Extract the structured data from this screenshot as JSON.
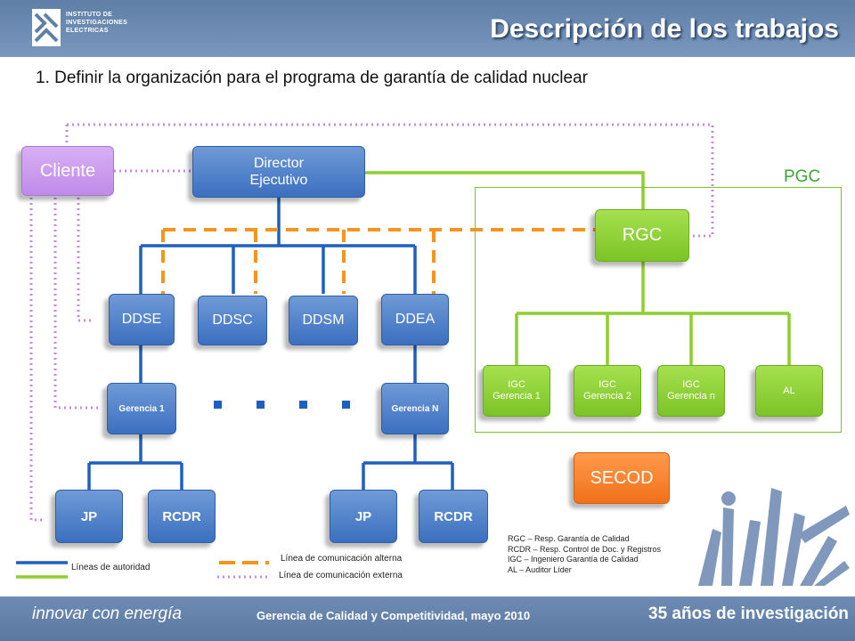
{
  "header": {
    "logo_lines": [
      "INSTITUTO DE",
      "INVESTIGACIONES",
      "ELECTRICAS"
    ],
    "title": "Descripción de los trabajos"
  },
  "subtitle": "1. Definir la organización para el programa de garantía de calidad nuclear",
  "nodes": {
    "cliente": "Cliente",
    "director_line1": "Director",
    "director_line2": "Ejecutivo",
    "ddse": "DDSE",
    "ddsc": "DDSC",
    "ddsm": "DDSM",
    "ddea": "DDEA",
    "gerencia_1": "Gerencia 1",
    "gerencia_n": "Gerencia N",
    "jp_left": "JP",
    "rcdr_left": "RCDR",
    "jp_right": "JP",
    "rcdr_right": "RCDR",
    "rgc": "RGC",
    "igc1_line1": "IGC",
    "igc1_line2": "Gerencia 1",
    "igc2_line1": "IGC",
    "igc2_line2": "Gerencia 2",
    "igcn_line1": "IGC",
    "igcn_line2": "Gerencia n",
    "al": "AL",
    "secod": "SECOD"
  },
  "pgc_label": "PGC",
  "legend": {
    "authority": "Líneas de autoridad",
    "alternate": "Línea  de comunicación alterna",
    "external": "Línea  de comunicación externa"
  },
  "abbreviations": [
    "RGC – Resp. Garantía de Calidad",
    "RCDR – Resp. Control de Doc. y  Registros",
    "IGC – Ingeniero Garantía de Calidad",
    "AL – Auditor Líder"
  ],
  "footer": {
    "left": "innovar con energía",
    "center": "Gerencia  de Calidad y Competitividad, mayo 2010",
    "right": "35 años de investigación"
  },
  "colors": {
    "authority_blue": "#1f5fbf",
    "authority_green": "#8ccf2e",
    "alternate_orange": "#f7941d",
    "external_purple": "#c78ae6"
  }
}
